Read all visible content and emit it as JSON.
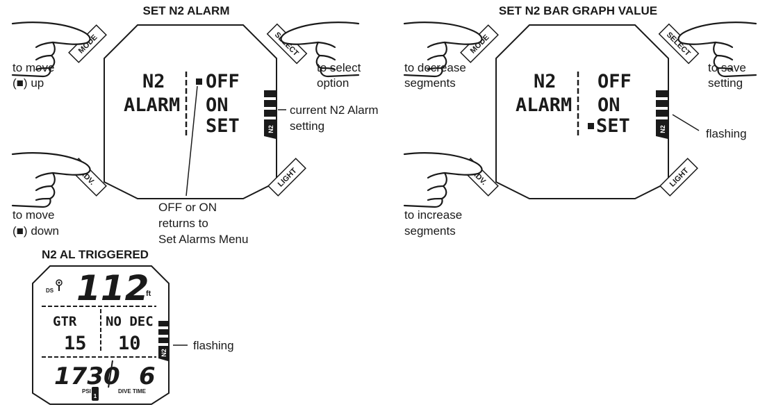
{
  "panels": {
    "alarm": {
      "title": "SET N2 ALARM",
      "buttons": {
        "mode": "MODE",
        "select": "SELECT",
        "adv": "ADV.",
        "light": "LIGHT"
      },
      "display": {
        "n2": "N2",
        "alarm": "ALARM",
        "opt_off": "OFF",
        "opt_on": "ON",
        "opt_set": "SET"
      },
      "labels": {
        "mode_1": "to move",
        "mode_2": "(■) up",
        "adv_1": "to move",
        "adv_2": "(■) down",
        "select_1": "to select",
        "select_2": "option",
        "current_1": "current N2 Alarm",
        "current_2": "setting",
        "offon_1": "OFF or ON",
        "offon_2": "returns to",
        "offon_3": "Set Alarms Menu"
      },
      "bar_tag": "N2"
    },
    "bargraph": {
      "title": "SET N2 BAR GRAPH VALUE",
      "buttons": {
        "mode": "MODE",
        "select": "SELECT",
        "adv": "ADV.",
        "light": "LIGHT"
      },
      "display": {
        "n2": "N2",
        "alarm": "ALARM",
        "opt_off": "OFF",
        "opt_on": "ON",
        "opt_set": "SET"
      },
      "labels": {
        "mode_1": "to decrease",
        "mode_2": "segments",
        "adv_1": "to increase",
        "adv_2": "segments",
        "select_1": "to save",
        "select_2": "setting",
        "flashing": "flashing"
      },
      "bar_tag": "N2"
    },
    "triggered": {
      "title": "N2 AL TRIGGERED",
      "display": {
        "ds": "DS",
        "depth": "112",
        "unit": "ft",
        "gtr_label": "GTR",
        "nodec_label": "NO DEC",
        "gtr_value": "15",
        "nodec_value": "10",
        "pressure": "1730",
        "psi": "PSI",
        "tank": "1",
        "dive_time": "6",
        "dive_time_label": "DIVE TIME"
      },
      "labels": {
        "flashing": "flashing"
      },
      "bar_tag": "N2"
    }
  }
}
